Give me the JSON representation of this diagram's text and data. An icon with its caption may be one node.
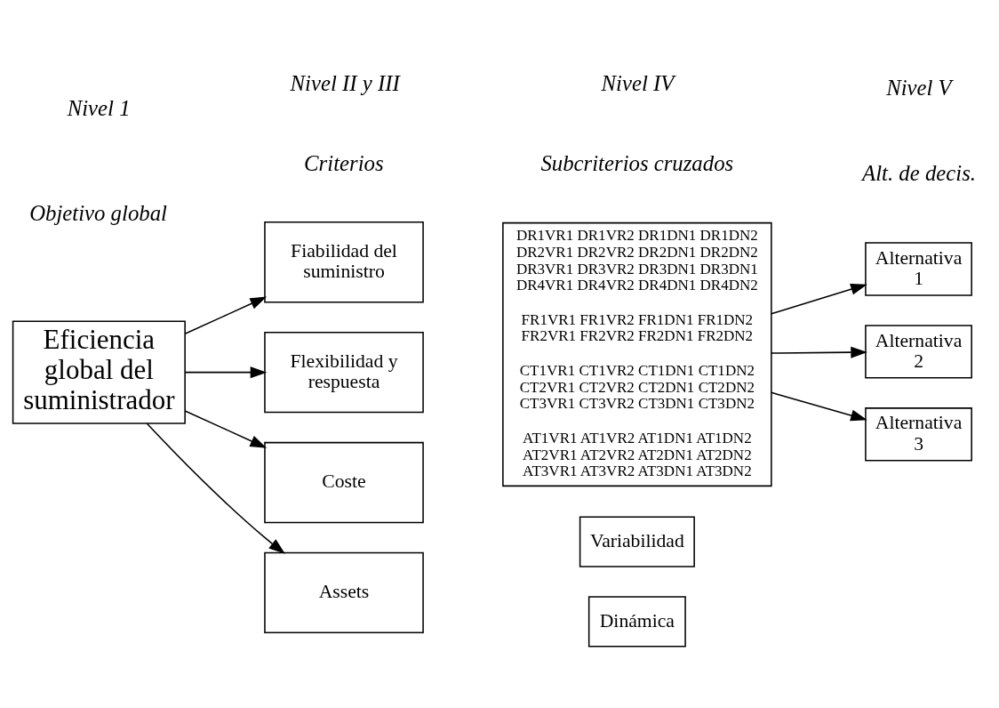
{
  "diagram": {
    "nodes": [
      {
        "text": [
          "Eficiencia global del suministrador"
        ]
      },
      {
        "text": [
          "Fiabilidad del suministro"
        ]
      },
      {
        "text": [
          "Flexibilidad y respuesta"
        ]
      },
      {
        "text": [
          "Coste"
        ]
      },
      {
        "text": [
          "Assets"
        ]
      },
      {
        "text": [
          "DR1VR1 DR1VR2 DR1DN1 DR1DN2 DR2VR1 DR2VR2 DR2DN1 DR2DN2 DR3VR1 DR3VR2 DR3DN1 DR3DN1 DR4VR1 DR4VR2 DR4DN1 DR4DN2",
          "FR1VR1 FR1VR2 FR1DN1 FR1DN2 FR2VR1 FR2VR2 FR2DN1 FR2DN2",
          "CT1VR1 CT1VR2 CT1DN1 CT1DN2 CT2VR1 CT2VR2 CT2DN1 CT2DN2 CT3VR1 CT3VR2 CT3DN1 CT3DN2",
          "AT1VR1 AT1VR2 AT1DN1 AT1DN2 AT2VR1 AT2VR2 AT2DN1 AT2DN2 AT3VR1 AT3VR2 AT3DN1 AT3DN2"
        ]
      },
      {
        "text": [
          "Variabilidad"
        ]
      },
      {
        "text": [
          "Dinámica"
        ]
      },
      {
        "text": [
          "Alternativa 1"
        ]
      },
      {
        "text": [
          "Alternativa 2"
        ]
      },
      {
        "text": [
          "Alternativa 3"
        ]
      }
    ],
    "edges": [
      {
        "from": 0,
        "to": 1,
        "arrow": "to"
      },
      {
        "from": 0,
        "to": 2,
        "arrow": "to"
      },
      {
        "from": 0,
        "to": 3,
        "arrow": "to"
      },
      {
        "from": 0,
        "to": 4,
        "arrow": "to"
      },
      {
        "from": 5,
        "to": 8,
        "arrow": "to"
      },
      {
        "from": 5,
        "to": 9,
        "arrow": "to"
      },
      {
        "from": 5,
        "to": 10,
        "arrow": "to"
      }
    ],
    "labels": [
      "Nivel 1",
      "Objetivo global",
      "Nivel II y III",
      "Criterios",
      "Nivel IV",
      "Subcriterios cruzados",
      "Nivel V",
      "Alt. de decis."
    ]
  }
}
